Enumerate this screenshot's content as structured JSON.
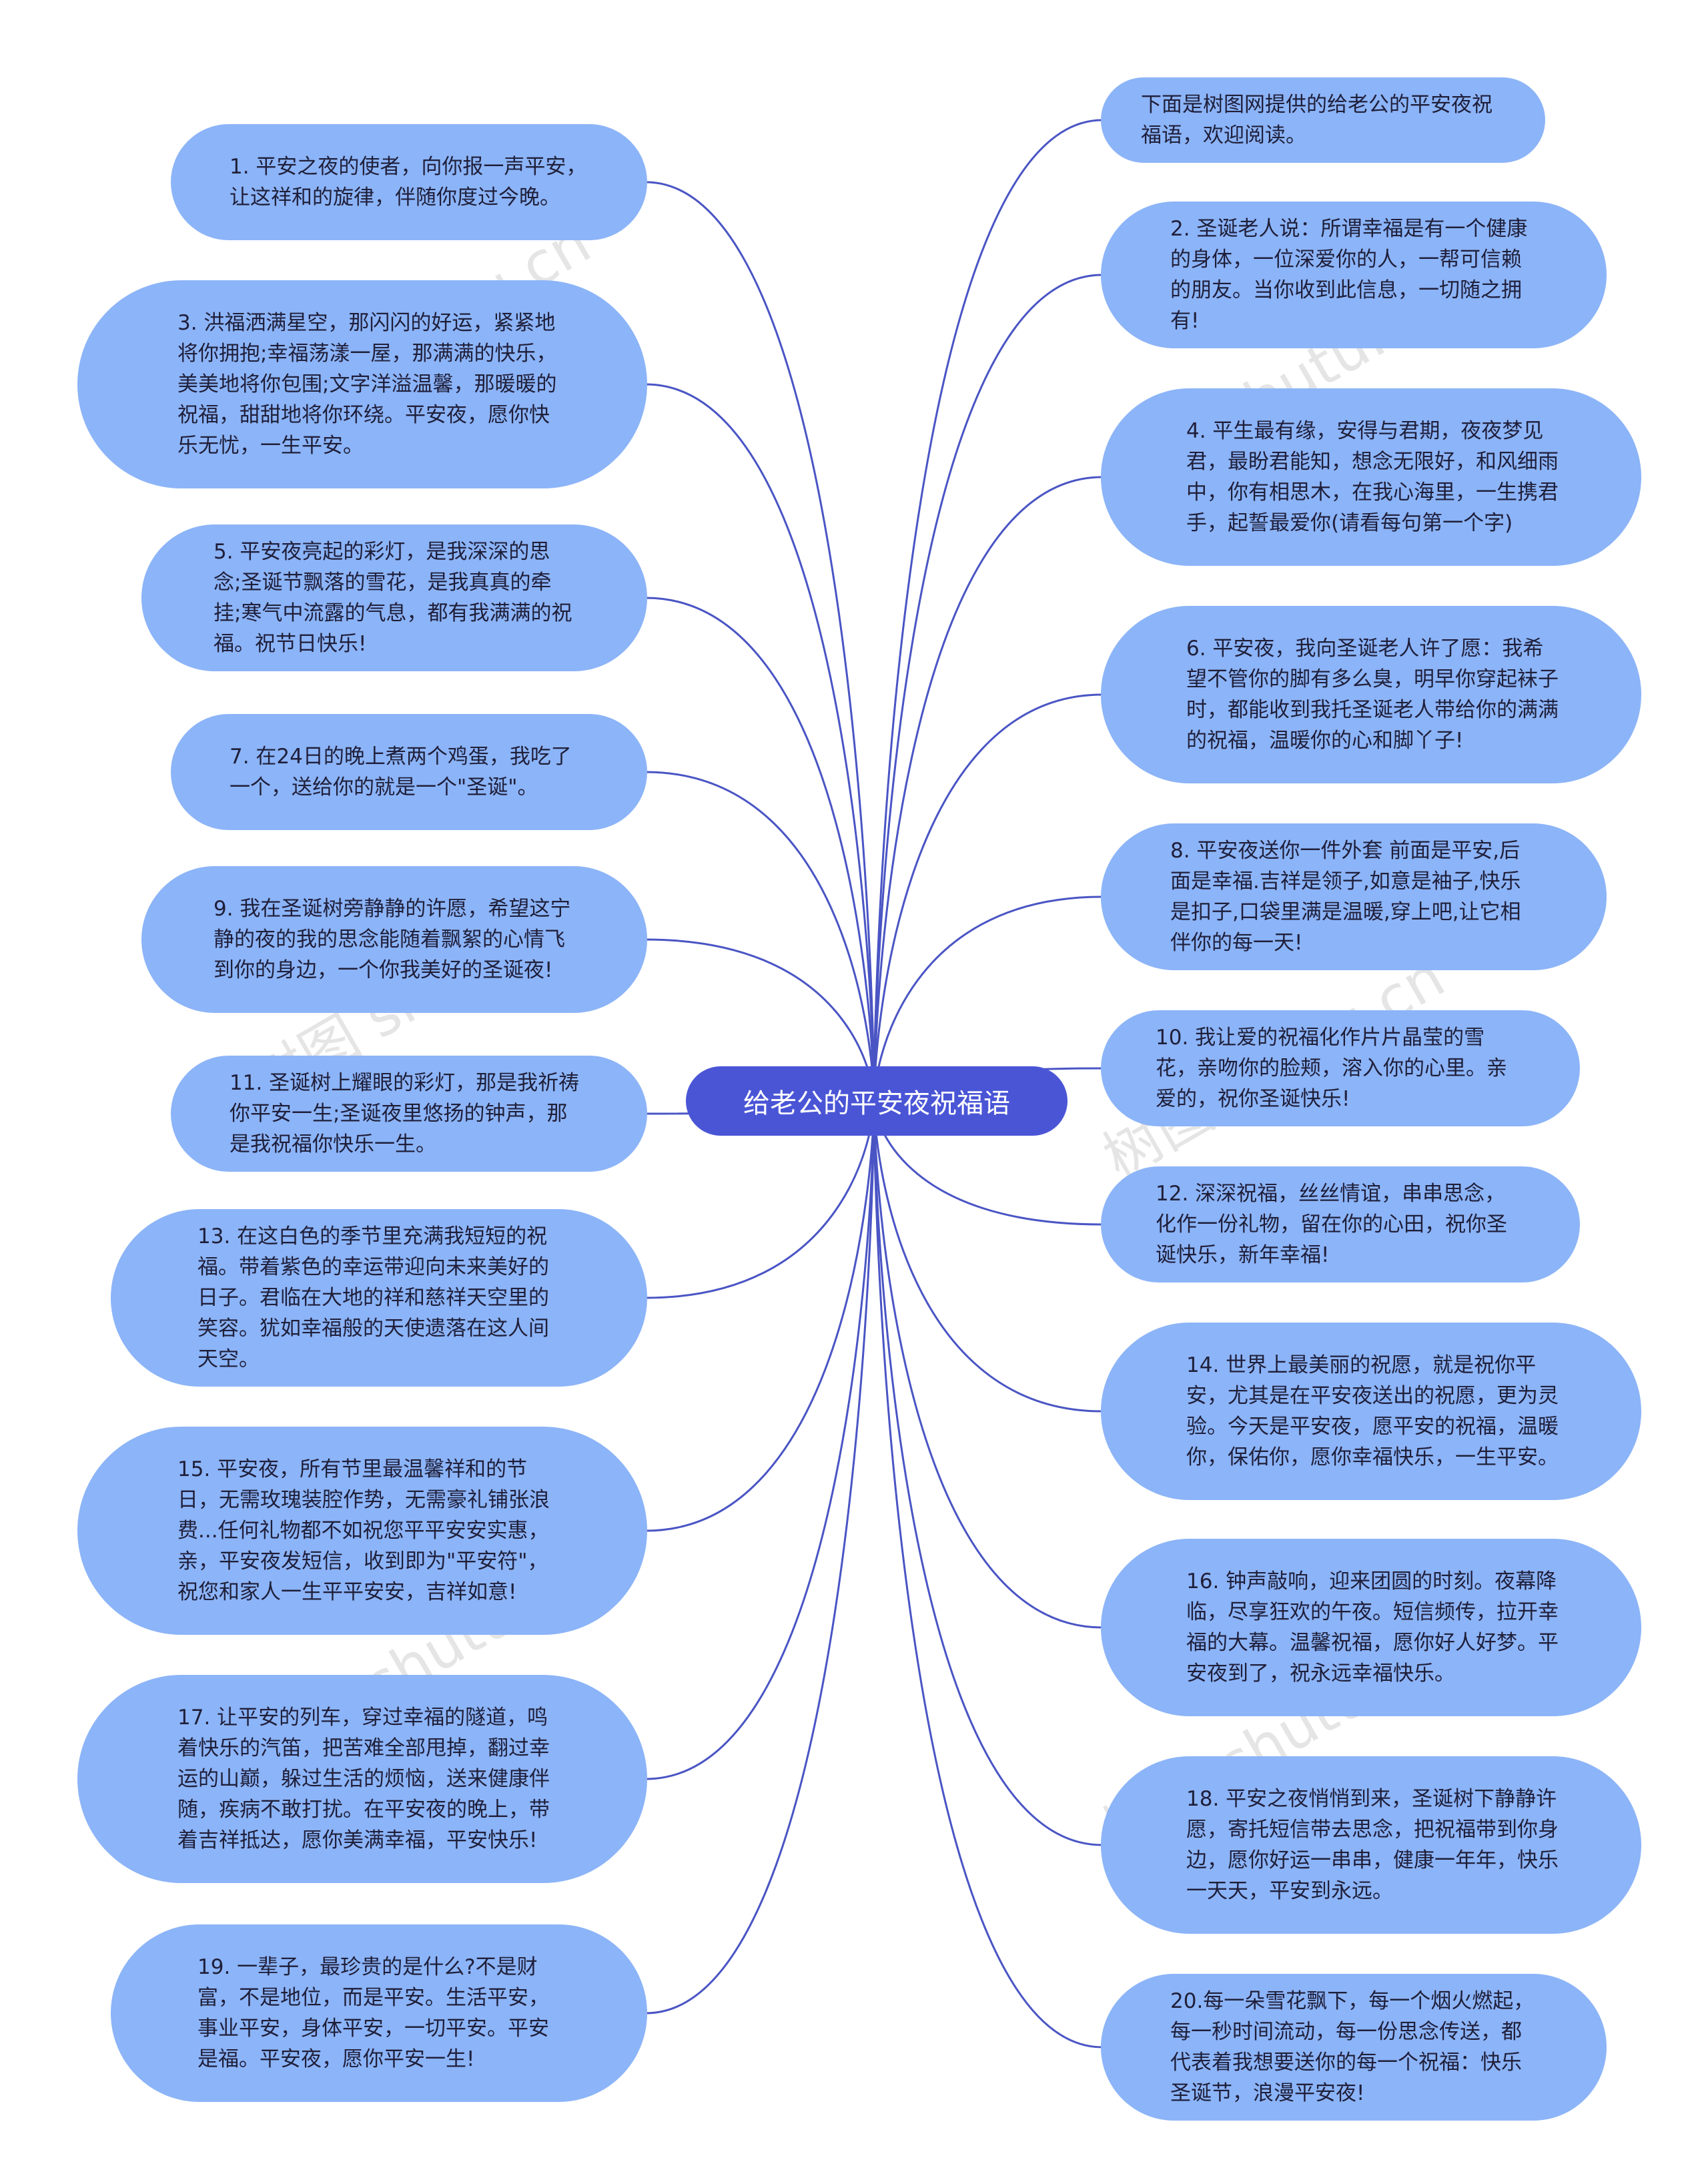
{
  "root": {
    "label": "给老公的平安夜祝福语"
  },
  "left_nodes": [
    "1. 平安之夜的使者，向你报一声平安，让这祥和的旋律，伴随你度过今晚。",
    "3. 洪福洒满星空，那闪闪的好运，紧紧地将你拥抱;幸福荡漾一屋，那满满的快乐，美美地将你包围;文字洋溢温馨，那暖暖的祝福，甜甜地将你环绕。平安夜，愿你快乐无忧，一生平安。",
    "5. 平安夜亮起的彩灯，是我深深的思念;圣诞节飘落的雪花，是我真真的牵挂;寒气中流露的气息，都有我满满的祝福。祝节日快乐!",
    "7. 在24日的晚上煮两个鸡蛋，我吃了一个，送给你的就是一个\"圣诞\"。",
    "9. 我在圣诞树旁静静的许愿，希望这宁静的夜的我的思念能随着飘絮的心情飞到你的身边，一个你我美好的圣诞夜!",
    "11. 圣诞树上耀眼的彩灯，那是我祈祷你平安一生;圣诞夜里悠扬的钟声，那是我祝福你快乐一生。",
    "13. 在这白色的季节里充满我短短的祝福。带着紫色的幸运带迎向未来美好的日子。君临在大地的祥和慈祥天空里的笑容。犹如幸福般的天使遗落在这人间天空。",
    "15. 平安夜，所有节里最温馨祥和的节日，无需玫瑰装腔作势，无需豪礼铺张浪费...任何礼物都不如祝您平平安安实惠，亲，平安夜发短信，收到即为\"平安符\"，祝您和家人一生平平安安，吉祥如意!",
    "17. 让平安的列车，穿过幸福的隧道，鸣着快乐的汽笛，把苦难全部甩掉，翻过幸运的山巅，躲过生活的烦恼，送来健康伴随，疾病不敢打扰。在平安夜的晚上，带着吉祥抵达，愿你美满幸福，平安快乐!",
    "19. 一辈子，最珍贵的是什么?不是财富，不是地位，而是平安。生活平安，事业平安，身体平安，一切平安。平安是福。平安夜，愿你平安一生!"
  ],
  "right_nodes": [
    "下面是树图网提供的给老公的平安夜祝福语，欢迎阅读。",
    "2. 圣诞老人说：所谓幸福是有一个健康的身体，一位深爱你的人，一帮可信赖的朋友。当你收到此信息，一切随之拥有!",
    "4. 平生最有缘，安得与君期，夜夜梦见君，最盼君能知，想念无限好，和风细雨中，你有相思木，在我心海里，一生携君手，起誓最爱你(请看每句第一个字)",
    "6. 平安夜，我向圣诞老人许了愿：我希望不管你的脚有多么臭，明早你穿起袜子时，都能收到我托圣诞老人带给你的满满的祝福，温暖你的心和脚丫子!",
    "8. 平安夜送你一件外套 前面是平安,后面是幸福.吉祥是领子,如意是袖子,快乐是扣子,口袋里满是温暖,穿上吧,让它相伴你的每一天!",
    "10. 我让爱的祝福化作片片晶莹的雪花，亲吻你的脸颊，溶入你的心里。亲爱的，祝你圣诞快乐!",
    "12. 深深祝福，丝丝情谊，串串思念，化作一份礼物，留在你的心田，祝你圣诞快乐，新年幸福!",
    "14. 世界上最美丽的祝愿，就是祝你平安，尤其是在平安夜送出的祝愿，更为灵验。今天是平安夜，愿平安的祝福，温暖你，保佑你，愿你幸福快乐，一生平安。",
    "16. 钟声敲响，迎来团圆的时刻。夜幕降临，尽享狂欢的午夜。短信频传，拉开幸福的大幕。温馨祝福，愿你好人好梦。平安夜到了，祝永远幸福快乐。",
    "18. 平安之夜悄悄到来，圣诞树下静静许愿，寄托短信带去思念，把祝福带到你身边，愿你好运一串串，健康一年年，快乐一天天，平安到永远。",
    "20.每一朵雪花飘下，每一个烟火燃起，每一秒时间流动，每一份思念传送，都代表着我想要送你的每一个祝福：快乐圣诞节，浪漫平安夜!"
  ],
  "watermarks": [
    "树图 shutu.cn",
    "树图 shutu.cn",
    "树图 shutu.cn",
    "树图 shutu.cn",
    "树图 shutu.cn",
    "树图 shutu.cn"
  ],
  "colors": {
    "root_fill": "#4a55d6",
    "node_fill": "#8cb4f8",
    "edge_stroke": "#4a55c4",
    "text": "#1f1f3a"
  }
}
